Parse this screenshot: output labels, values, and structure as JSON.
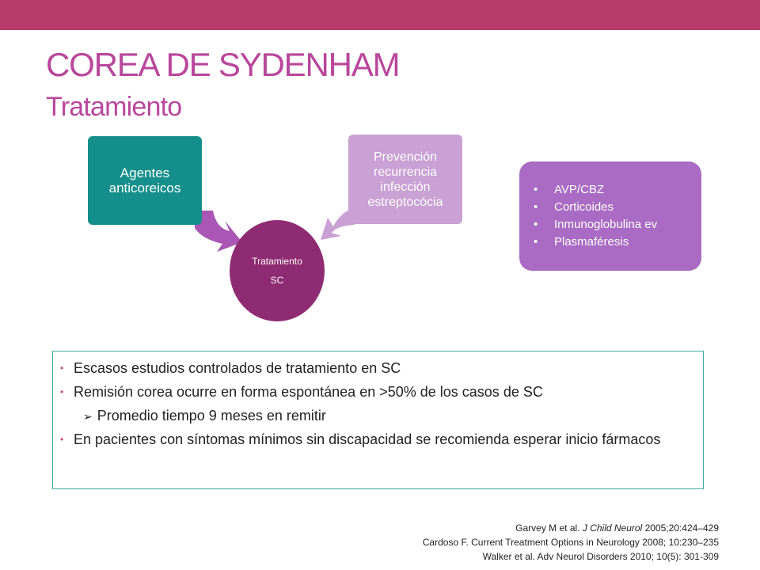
{
  "slide": {
    "title": "COREA DE SYDENHAM",
    "subtitle": "Tratamiento"
  },
  "diagram": {
    "left_box": "Agentes anticoreicos",
    "center": {
      "line1": "Tratamiento",
      "line2": "SC"
    },
    "right_box": "Prevención recurrencia infección estreptocócia",
    "options": [
      "AVP/CBZ",
      "Corticoides",
      "Inmunoglobulina ev",
      "Plasmaféresis"
    ],
    "option_marker": "•"
  },
  "content": {
    "bullets": [
      "Escasos estudios controlados de tratamiento en SC",
      "Remisión corea ocurre en forma espontánea en >50% de los casos de SC",
      "En pacientes con síntomas mínimos sin discapacidad se recomienda esperar inicio fármacos"
    ],
    "sub_bullet": "Promedio tiempo 9 meses en remitir",
    "bullet_marker": "•",
    "sub_marker": "➢"
  },
  "references": {
    "ref1_prefix": "Garvey M et al. ",
    "ref1_journal": "J Child Neurol",
    "ref1_suffix": " 2005;20:424–429",
    "ref2": "Cardoso F. Current Treatment Options in Neurology 2008; 10:230–235",
    "ref3": "Walker et al. Adv Neurol Disorders 2010; 10(5): 301-309"
  },
  "colors": {
    "top_bar": "#b83b6a",
    "title": "#b9479c",
    "teal": "#148f8c",
    "lavender": "#c9a1d4",
    "center": "#8e2b72",
    "purple": "#a96bc3",
    "border": "#3fa99e"
  }
}
